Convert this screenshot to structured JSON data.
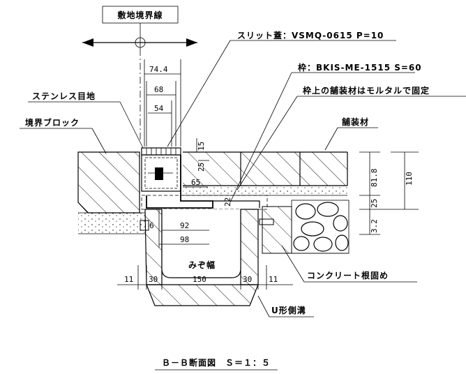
{
  "labels": {
    "boundary_line": "敷地境界線",
    "slit_cover": "スリット蓋：VSMQ-0615 P=10",
    "frame": "枠：BKIS-ME-1515 S=60",
    "frame_paving_note": "枠上の舗装材はモルタルで固定",
    "stainless_joint": "ステンレス目地",
    "boundary_block": "境界ブロック",
    "paving_material": "舗装材",
    "concrete_footing": "コンクリート根固め",
    "u_gutter": "U形側溝",
    "ditch_width": "みぞ幅",
    "section_title": "Ｂ－Ｂ断面図　Ｓ＝１：５"
  },
  "dimensions": {
    "d_74_4": "74.4",
    "d_68": "68",
    "d_54": "54",
    "d_15": "15",
    "d_25a": "25",
    "d_65": "65",
    "d_22": "22",
    "d_81_8": "81.8",
    "d_110": "110",
    "d_25b": "25",
    "d_3_2": "3.2",
    "d_6": "6",
    "d_92": "92",
    "d_98": "98",
    "d_11a": "11",
    "d_30a": "30",
    "d_150": "150",
    "d_30b": "30",
    "d_11b": "11"
  }
}
